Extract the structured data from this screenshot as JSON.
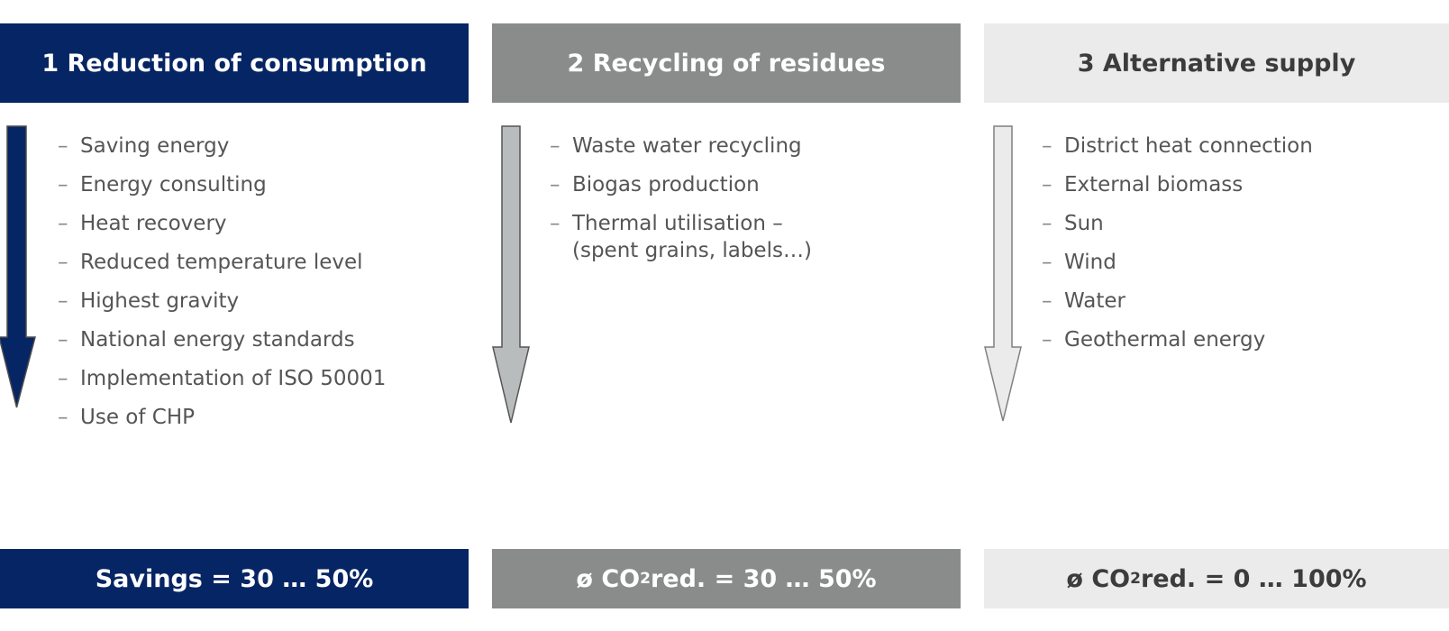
{
  "colors": {
    "navy": "#062564",
    "gray": "#8a8c8c",
    "light": "#ebebeb",
    "text": "#555555",
    "dark_text": "#3c3c3c"
  },
  "columns": [
    {
      "title": "1 Reduction of consumption",
      "items": [
        "Saving energy",
        "Energy consulting",
        "Heat recovery",
        "Reduced temperature level",
        "Highest gravity",
        "National energy standards",
        "Implementation of ISO 50001",
        "Use of CHP"
      ],
      "footer": {
        "text": "Savings = 30 … 50%"
      }
    },
    {
      "title": "2 Recycling of residues",
      "items": [
        "Waste water recycling",
        "Biogas production",
        "Thermal utilisation –\n(spent grains, labels…)"
      ],
      "footer": {
        "prefix": "ø CO",
        "sub": "2",
        "suffix": " red. = 30 … 50%"
      }
    },
    {
      "title": "3 Alternative supply",
      "items": [
        "District heat connection",
        "External biomass",
        "Sun",
        "Wind",
        "Water",
        "Geothermal energy"
      ],
      "footer": {
        "prefix": "ø CO",
        "sub": "2",
        "suffix": " red. = 0 … 100%"
      }
    }
  ],
  "bullet": "–"
}
